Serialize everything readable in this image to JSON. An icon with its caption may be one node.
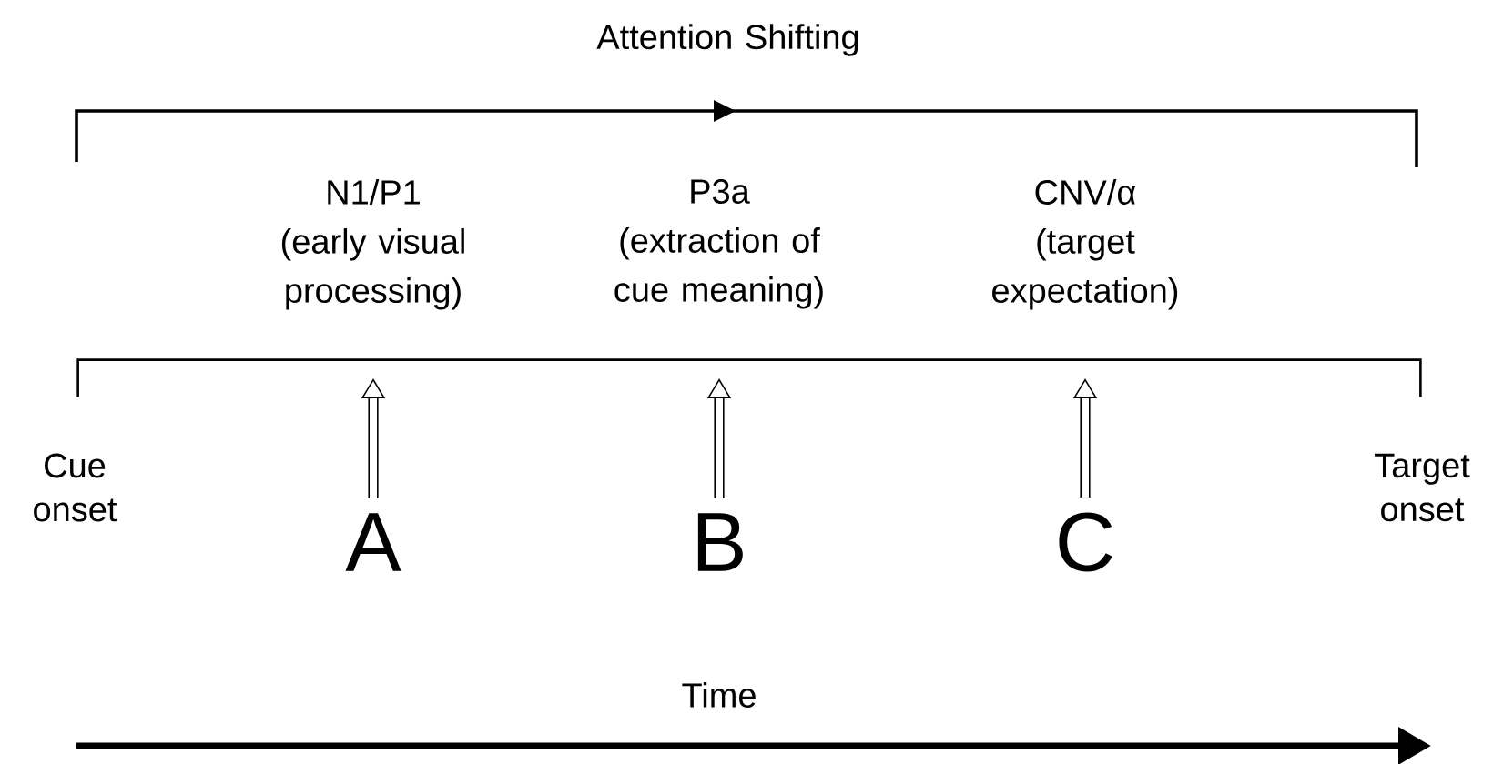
{
  "diagram": {
    "nodes": [
      {
        "text": [
          "N1/P1",
          "(early visual processing)"
        ]
      },
      {
        "text": [
          "P3a",
          "(extraction of cue meaning)"
        ]
      },
      {
        "text": [
          "CNV/α",
          "(target expectation)"
        ]
      },
      {
        "text": [
          "A"
        ]
      },
      {
        "text": [
          "B"
        ]
      },
      {
        "text": [
          "C"
        ]
      },
      {
        "text": [],
        "shape": "bar"
      }
    ],
    "edges": [
      {
        "from": 3,
        "to": 6,
        "arrow": "to"
      },
      {
        "from": 4,
        "to": 6,
        "arrow": "to"
      },
      {
        "from": 5,
        "to": 6,
        "arrow": "to"
      }
    ],
    "labels": [
      "Attention Shifting",
      "Cue onset",
      "Target onset",
      "Time"
    ]
  }
}
